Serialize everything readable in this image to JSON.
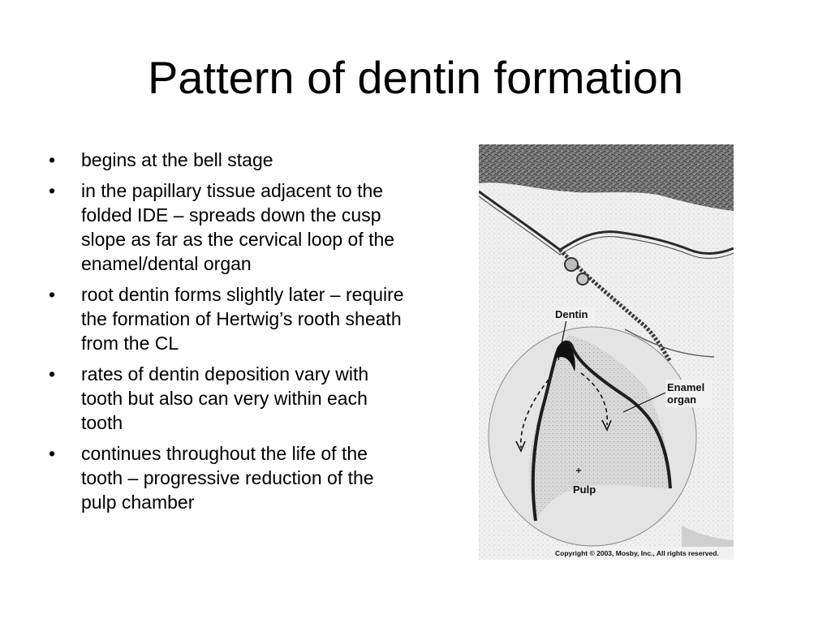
{
  "slide": {
    "title": "Pattern of dentin formation",
    "bullet_marker": "•",
    "bullets": [
      "begins at the bell stage",
      "in the papillary tissue adjacent to the folded IDE – spreads down the cusp slope as far as the cervical loop of the enamel/dental organ",
      "root dentin forms slightly later – require the formation of Hertwig’s rooth sheath from the CL",
      "rates of dentin deposition vary with tooth but also can very within each tooth",
      "continues throughout the life of the tooth – progressive reduction of the pulp chamber"
    ]
  },
  "figure": {
    "labels": {
      "dentin": "Dentin",
      "enamel_line1": "Enamel",
      "enamel_line2": "organ",
      "pulp": "Pulp"
    },
    "copyright": "Copyright © 2003, Mosby, Inc., All rights reserved."
  }
}
